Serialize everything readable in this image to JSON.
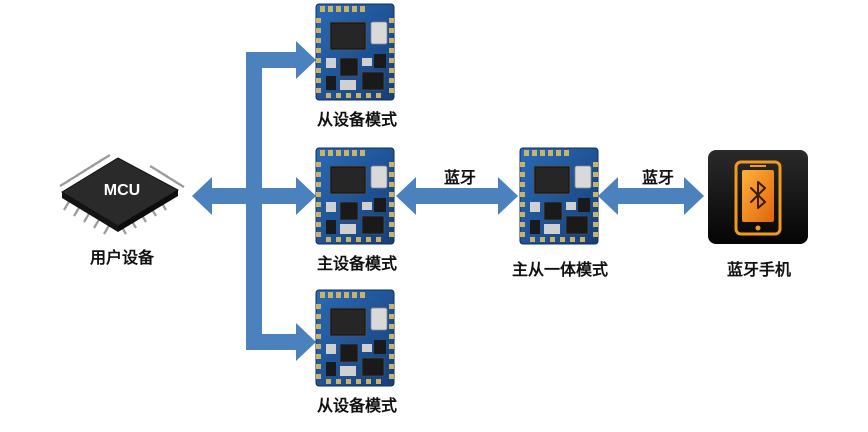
{
  "mcu": {
    "chip_text": "MCU",
    "label": "用户设备"
  },
  "modules": {
    "top_label": "从设备模式",
    "middle_label": "主设备模式",
    "bottom_label": "从设备模式",
    "right_label": "主从一体模式"
  },
  "links": {
    "left_link_label": "蓝牙",
    "right_link_label": "蓝牙"
  },
  "phone": {
    "label": "蓝牙手机",
    "icon": "bluetooth-icon"
  },
  "colors": {
    "arrow": "#4b81bd",
    "pcb": "#1d4f92",
    "chip": "#222222",
    "phone_body": "#111111",
    "phone_accent": "#f39a1a"
  }
}
